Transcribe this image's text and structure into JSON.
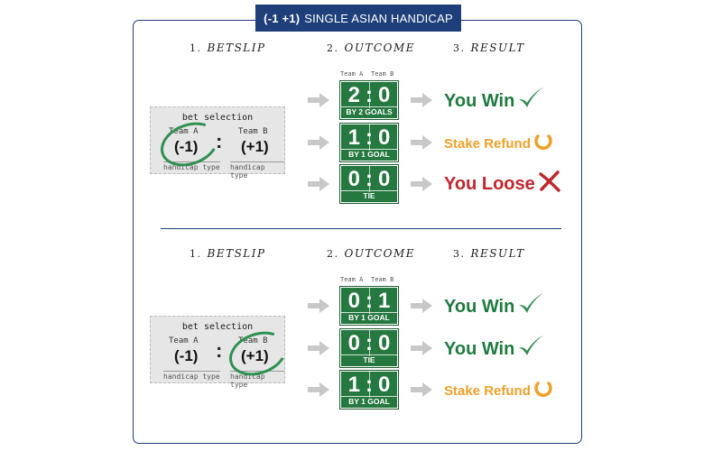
{
  "title": {
    "bold": "(-1 +1)",
    "text": "SINGLE ASIAN HANDICAP"
  },
  "headings": [
    {
      "num": "1.",
      "label": "BETSLIP"
    },
    {
      "num": "2.",
      "label": "OUTCOME"
    },
    {
      "num": "3.",
      "label": "RESULT"
    }
  ],
  "scoreboard_team_labels": {
    "a": "Team A",
    "b": "Team B"
  },
  "sections": [
    {
      "ticket": {
        "title": "bet selection",
        "team_a": "Team A",
        "team_b": "Team B",
        "hc_a": "(-1)",
        "hc_b": "(+1)",
        "type_a": "handicap type",
        "type_b": "handicap type",
        "circled": "a"
      },
      "outcomes": [
        {
          "score": "2:0",
          "label": "BY 2 GOALS",
          "result": "You Win",
          "kind": "win"
        },
        {
          "score": "1:0",
          "label": "BY 1 GOAL",
          "result": "Stake Refund",
          "kind": "refund"
        },
        {
          "score": "0:0",
          "label": "TIE",
          "result": "You Loose",
          "kind": "lose"
        }
      ]
    },
    {
      "ticket": {
        "title": "bet selection",
        "team_a": "Team A",
        "team_b": "Team B",
        "hc_a": "(-1)",
        "hc_b": "(+1)",
        "type_a": "handicap type",
        "type_b": "handicap type",
        "circled": "b"
      },
      "outcomes": [
        {
          "score": "0:1",
          "label": "BY 1 GOAL",
          "result": "You Win",
          "kind": "win"
        },
        {
          "score": "0:0",
          "label": "TIE",
          "result": "You Win",
          "kind": "win"
        },
        {
          "score": "1:0",
          "label": "BY 1 GOAL",
          "result": "Stake Refund",
          "kind": "refund"
        }
      ]
    }
  ],
  "colors": {
    "frame": "#1f3f7a",
    "pitch": "#25783f",
    "win": "#1f7a40",
    "refund": "#f0a02a",
    "lose": "#c0262d"
  }
}
